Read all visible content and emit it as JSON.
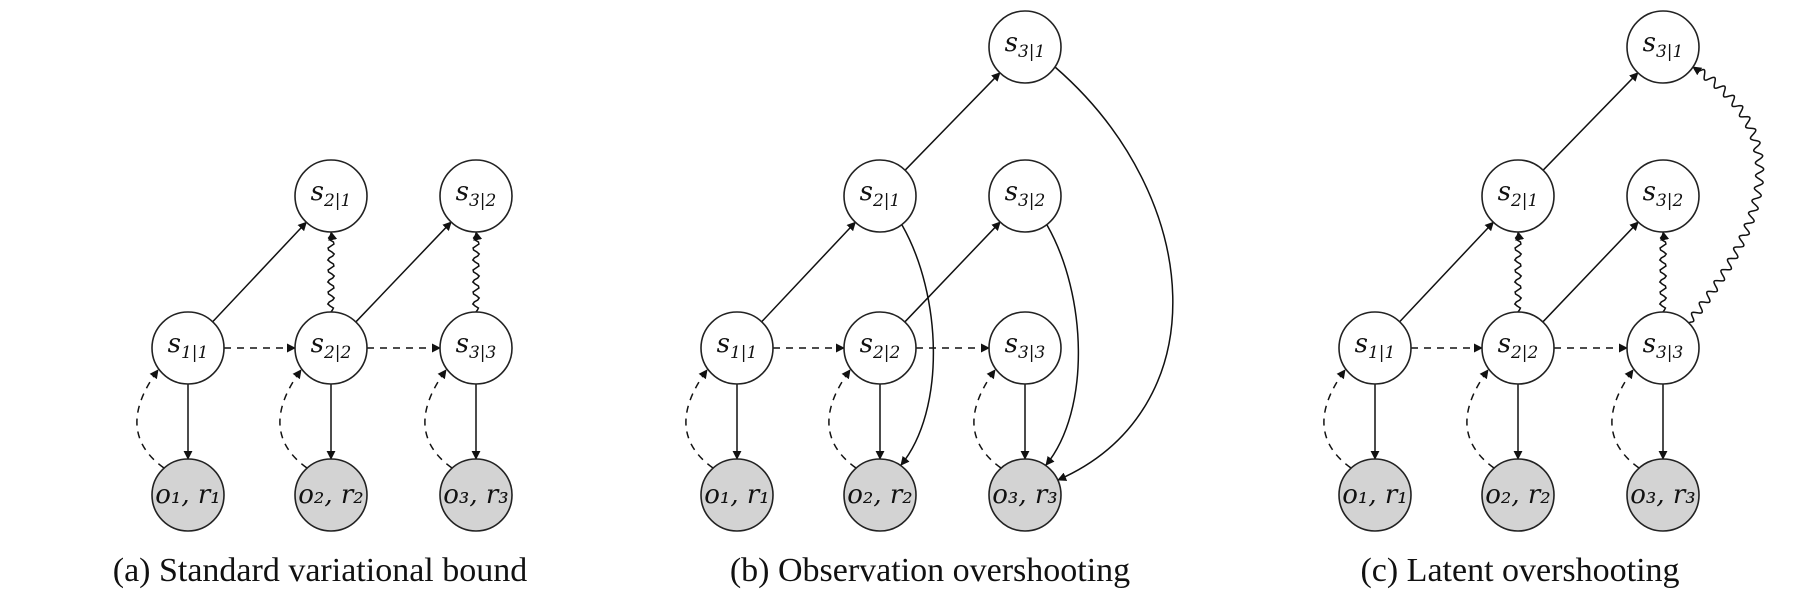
{
  "panels": [
    {
      "id": "a",
      "caption": "(a) Standard variational bound",
      "nodes": [
        {
          "id": "s11",
          "base": "s",
          "sub": "1|1",
          "observed": false
        },
        {
          "id": "s21",
          "base": "s",
          "sub": "2|1",
          "observed": false
        },
        {
          "id": "s22",
          "base": "s",
          "sub": "2|2",
          "observed": false
        },
        {
          "id": "s32",
          "base": "s",
          "sub": "3|2",
          "observed": false
        },
        {
          "id": "s33",
          "base": "s",
          "sub": "3|3",
          "observed": false
        },
        {
          "id": "o1",
          "label": "o₁, r₁",
          "observed": true
        },
        {
          "id": "o2",
          "label": "o₂, r₂",
          "observed": true
        },
        {
          "id": "o3",
          "label": "o₃, r₃",
          "observed": true
        }
      ],
      "edges": [
        {
          "from": "s11",
          "to": "s22",
          "style": "dashed"
        },
        {
          "from": "s22",
          "to": "s33",
          "style": "dashed"
        },
        {
          "from": "s11",
          "to": "s21",
          "style": "solid"
        },
        {
          "from": "s22",
          "to": "s32",
          "style": "solid"
        },
        {
          "from": "s22",
          "to": "s21",
          "style": "wavy"
        },
        {
          "from": "s33",
          "to": "s32",
          "style": "wavy"
        },
        {
          "from": "s11",
          "to": "o1",
          "style": "solid"
        },
        {
          "from": "s22",
          "to": "o2",
          "style": "solid"
        },
        {
          "from": "s33",
          "to": "o3",
          "style": "solid"
        },
        {
          "from": "o1",
          "to": "s11",
          "style": "dashed-curve"
        },
        {
          "from": "o2",
          "to": "s22",
          "style": "dashed-curve"
        },
        {
          "from": "o3",
          "to": "s33",
          "style": "dashed-curve"
        }
      ]
    },
    {
      "id": "b",
      "caption": "(b) Observation overshooting",
      "nodes": [
        {
          "id": "s11",
          "base": "s",
          "sub": "1|1",
          "observed": false
        },
        {
          "id": "s21",
          "base": "s",
          "sub": "2|1",
          "observed": false
        },
        {
          "id": "s31",
          "base": "s",
          "sub": "3|1",
          "observed": false
        },
        {
          "id": "s22",
          "base": "s",
          "sub": "2|2",
          "observed": false
        },
        {
          "id": "s32",
          "base": "s",
          "sub": "3|2",
          "observed": false
        },
        {
          "id": "s33",
          "base": "s",
          "sub": "3|3",
          "observed": false
        },
        {
          "id": "o1",
          "label": "o₁, r₁",
          "observed": true
        },
        {
          "id": "o2",
          "label": "o₂, r₂",
          "observed": true
        },
        {
          "id": "o3",
          "label": "o₃, r₃",
          "observed": true
        }
      ],
      "edges": [
        {
          "from": "s11",
          "to": "s22",
          "style": "dashed"
        },
        {
          "from": "s22",
          "to": "s33",
          "style": "dashed"
        },
        {
          "from": "s11",
          "to": "s21",
          "style": "solid"
        },
        {
          "from": "s21",
          "to": "s31",
          "style": "solid"
        },
        {
          "from": "s22",
          "to": "s32",
          "style": "solid"
        },
        {
          "from": "s11",
          "to": "o1",
          "style": "solid"
        },
        {
          "from": "s22",
          "to": "o2",
          "style": "solid"
        },
        {
          "from": "s33",
          "to": "o3",
          "style": "solid"
        },
        {
          "from": "s21",
          "to": "o2",
          "style": "curve"
        },
        {
          "from": "s32",
          "to": "o3",
          "style": "curve"
        },
        {
          "from": "s31",
          "to": "o3",
          "style": "curve-wide"
        },
        {
          "from": "o1",
          "to": "s11",
          "style": "dashed-curve"
        },
        {
          "from": "o2",
          "to": "s22",
          "style": "dashed-curve"
        },
        {
          "from": "o3",
          "to": "s33",
          "style": "dashed-curve"
        }
      ]
    },
    {
      "id": "c",
      "caption": "(c) Latent overshooting",
      "nodes": [
        {
          "id": "s11",
          "base": "s",
          "sub": "1|1",
          "observed": false
        },
        {
          "id": "s21",
          "base": "s",
          "sub": "2|1",
          "observed": false
        },
        {
          "id": "s31",
          "base": "s",
          "sub": "3|1",
          "observed": false
        },
        {
          "id": "s22",
          "base": "s",
          "sub": "2|2",
          "observed": false
        },
        {
          "id": "s32",
          "base": "s",
          "sub": "3|2",
          "observed": false
        },
        {
          "id": "s33",
          "base": "s",
          "sub": "3|3",
          "observed": false
        },
        {
          "id": "o1",
          "label": "o₁, r₁",
          "observed": true
        },
        {
          "id": "o2",
          "label": "o₂, r₂",
          "observed": true
        },
        {
          "id": "o3",
          "label": "o₃, r₃",
          "observed": true
        }
      ],
      "edges": [
        {
          "from": "s11",
          "to": "s22",
          "style": "dashed"
        },
        {
          "from": "s22",
          "to": "s33",
          "style": "dashed"
        },
        {
          "from": "s11",
          "to": "s21",
          "style": "solid"
        },
        {
          "from": "s21",
          "to": "s31",
          "style": "solid"
        },
        {
          "from": "s22",
          "to": "s32",
          "style": "solid"
        },
        {
          "from": "s22",
          "to": "s21",
          "style": "wavy"
        },
        {
          "from": "s33",
          "to": "s32",
          "style": "wavy"
        },
        {
          "from": "s33",
          "to": "s31",
          "style": "wavy-long"
        },
        {
          "from": "s11",
          "to": "o1",
          "style": "solid"
        },
        {
          "from": "s22",
          "to": "o2",
          "style": "solid"
        },
        {
          "from": "s33",
          "to": "o3",
          "style": "solid"
        },
        {
          "from": "o1",
          "to": "s11",
          "style": "dashed-curve"
        },
        {
          "from": "o2",
          "to": "s22",
          "style": "dashed-curve"
        },
        {
          "from": "o3",
          "to": "s33",
          "style": "dashed-curve"
        }
      ]
    }
  ],
  "colors": {
    "observed_fill": "#d3d3d3",
    "latent_fill": "#ffffff",
    "stroke": "#111111"
  }
}
